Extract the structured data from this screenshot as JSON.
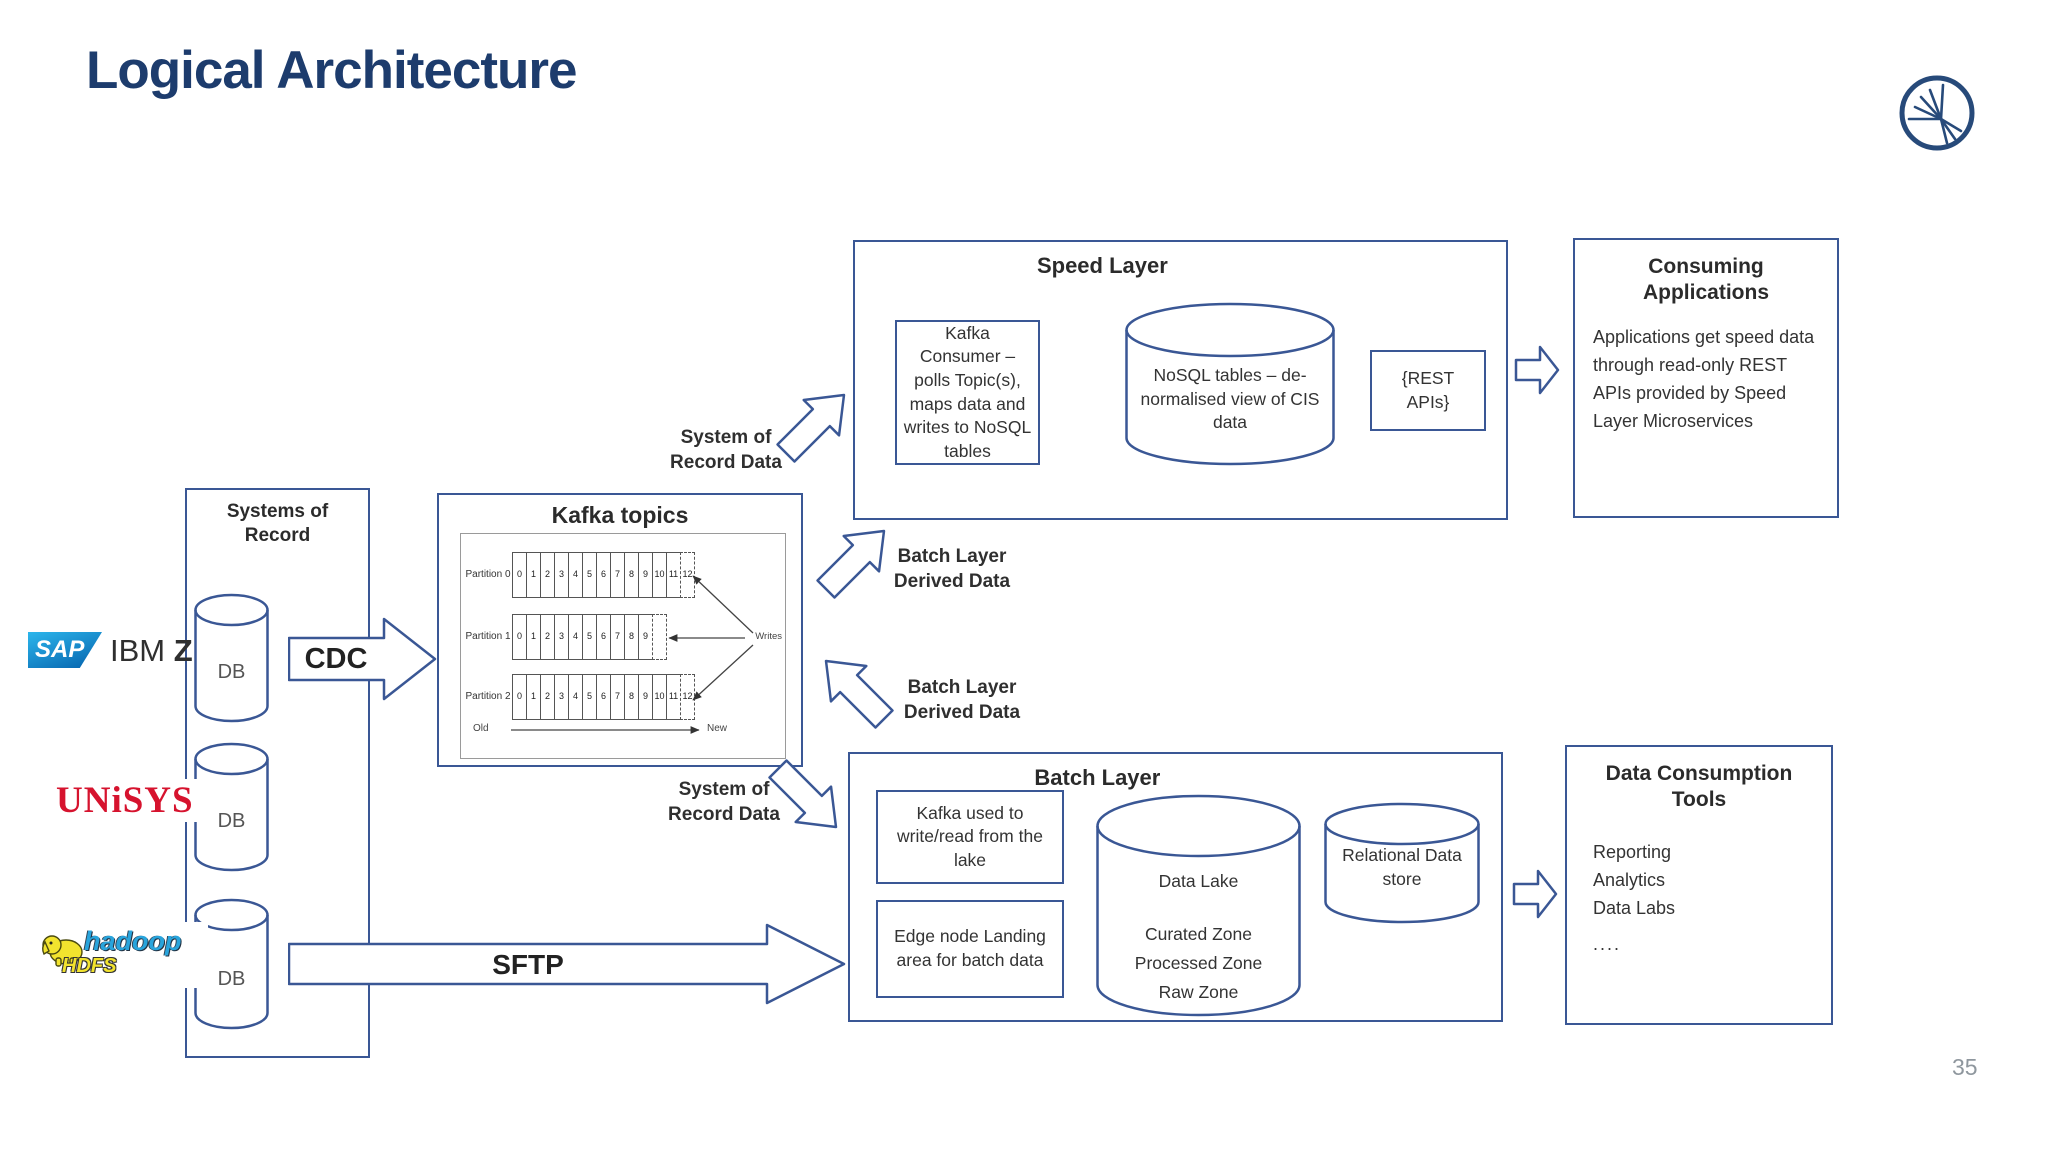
{
  "slide": {
    "title": "Logical Architecture",
    "page_number": "35"
  },
  "colors": {
    "title_navy": "#1d3c6d",
    "border_blue": "#3a5795",
    "logo_navy": "#274a7a",
    "unisys_red": "#d6132e",
    "hadoop_blue": "#28a4dc",
    "hadoop_yellow": "#f2e32e",
    "page_gray": "#8f979e"
  },
  "logos": {
    "sap": "SAP",
    "ibm": "IBM",
    "ibm_z": "Z",
    "unisys": "UNiSYS",
    "hadoop": "hadoop",
    "hdfs": "HDFS"
  },
  "systems_of_record": {
    "title": "Systems of Record",
    "db_label": "DB"
  },
  "flows": {
    "cdc": "CDC",
    "sftp": "SFTP",
    "system_of_record_data_top": "System of Record Data",
    "batch_layer_derived_top": "Batch Layer Derived Data",
    "batch_layer_derived_mid": "Batch Layer Derived Data",
    "system_of_record_data_bottom": "System of Record Data"
  },
  "kafka_topics": {
    "title": "Kafka topics",
    "partitions": [
      {
        "label": "Partition 0",
        "solid_cells": [
          "0",
          "1",
          "2",
          "3",
          "4",
          "5",
          "6",
          "7",
          "8",
          "9",
          "10",
          "11"
        ],
        "dashed_cells": [
          "12"
        ]
      },
      {
        "label": "Partition 1",
        "solid_cells": [
          "0",
          "1",
          "2",
          "3",
          "4",
          "5",
          "6",
          "7",
          "8",
          "9"
        ],
        "dashed_cells": [
          ""
        ]
      },
      {
        "label": "Partition 2",
        "solid_cells": [
          "0",
          "1",
          "2",
          "3",
          "4",
          "5",
          "6",
          "7",
          "8",
          "9",
          "10",
          "11"
        ],
        "dashed_cells": [
          "12"
        ]
      }
    ],
    "writes_label": "Writes",
    "old_label": "Old",
    "new_label": "New"
  },
  "speed_layer": {
    "title": "Speed Layer",
    "kafka_consumer": "Kafka Consumer – polls Topic(s), maps data and writes to NoSQL tables",
    "nosql": "NoSQL tables – de-normalised view of CIS data",
    "rest_apis": "{REST APIs}"
  },
  "consuming_applications": {
    "title": "Consuming Applications",
    "body": "Applications get speed data through read-only REST APIs provided by Speed Layer Microservices"
  },
  "batch_layer": {
    "title": "Batch Layer",
    "kafka_lake": "Kafka used to write/read from the lake",
    "edge_node": "Edge node Landing area for batch data",
    "data_lake_title": "Data Lake",
    "data_lake_zones": [
      "Curated Zone",
      "Processed Zone",
      "Raw Zone"
    ],
    "relational": "Relational Data store"
  },
  "data_consumption_tools": {
    "title": "Data Consumption Tools",
    "items": [
      "Reporting",
      "Analytics",
      "Data Labs",
      "...."
    ]
  }
}
